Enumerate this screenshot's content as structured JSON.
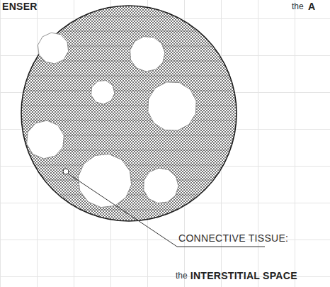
{
  "diagram": {
    "labels": [
      "ENSER",
      "the",
      "A",
      "CONNECTIVE TISSUE:",
      "the",
      "INTERSTITIAL SPACE"
    ]
  }
}
